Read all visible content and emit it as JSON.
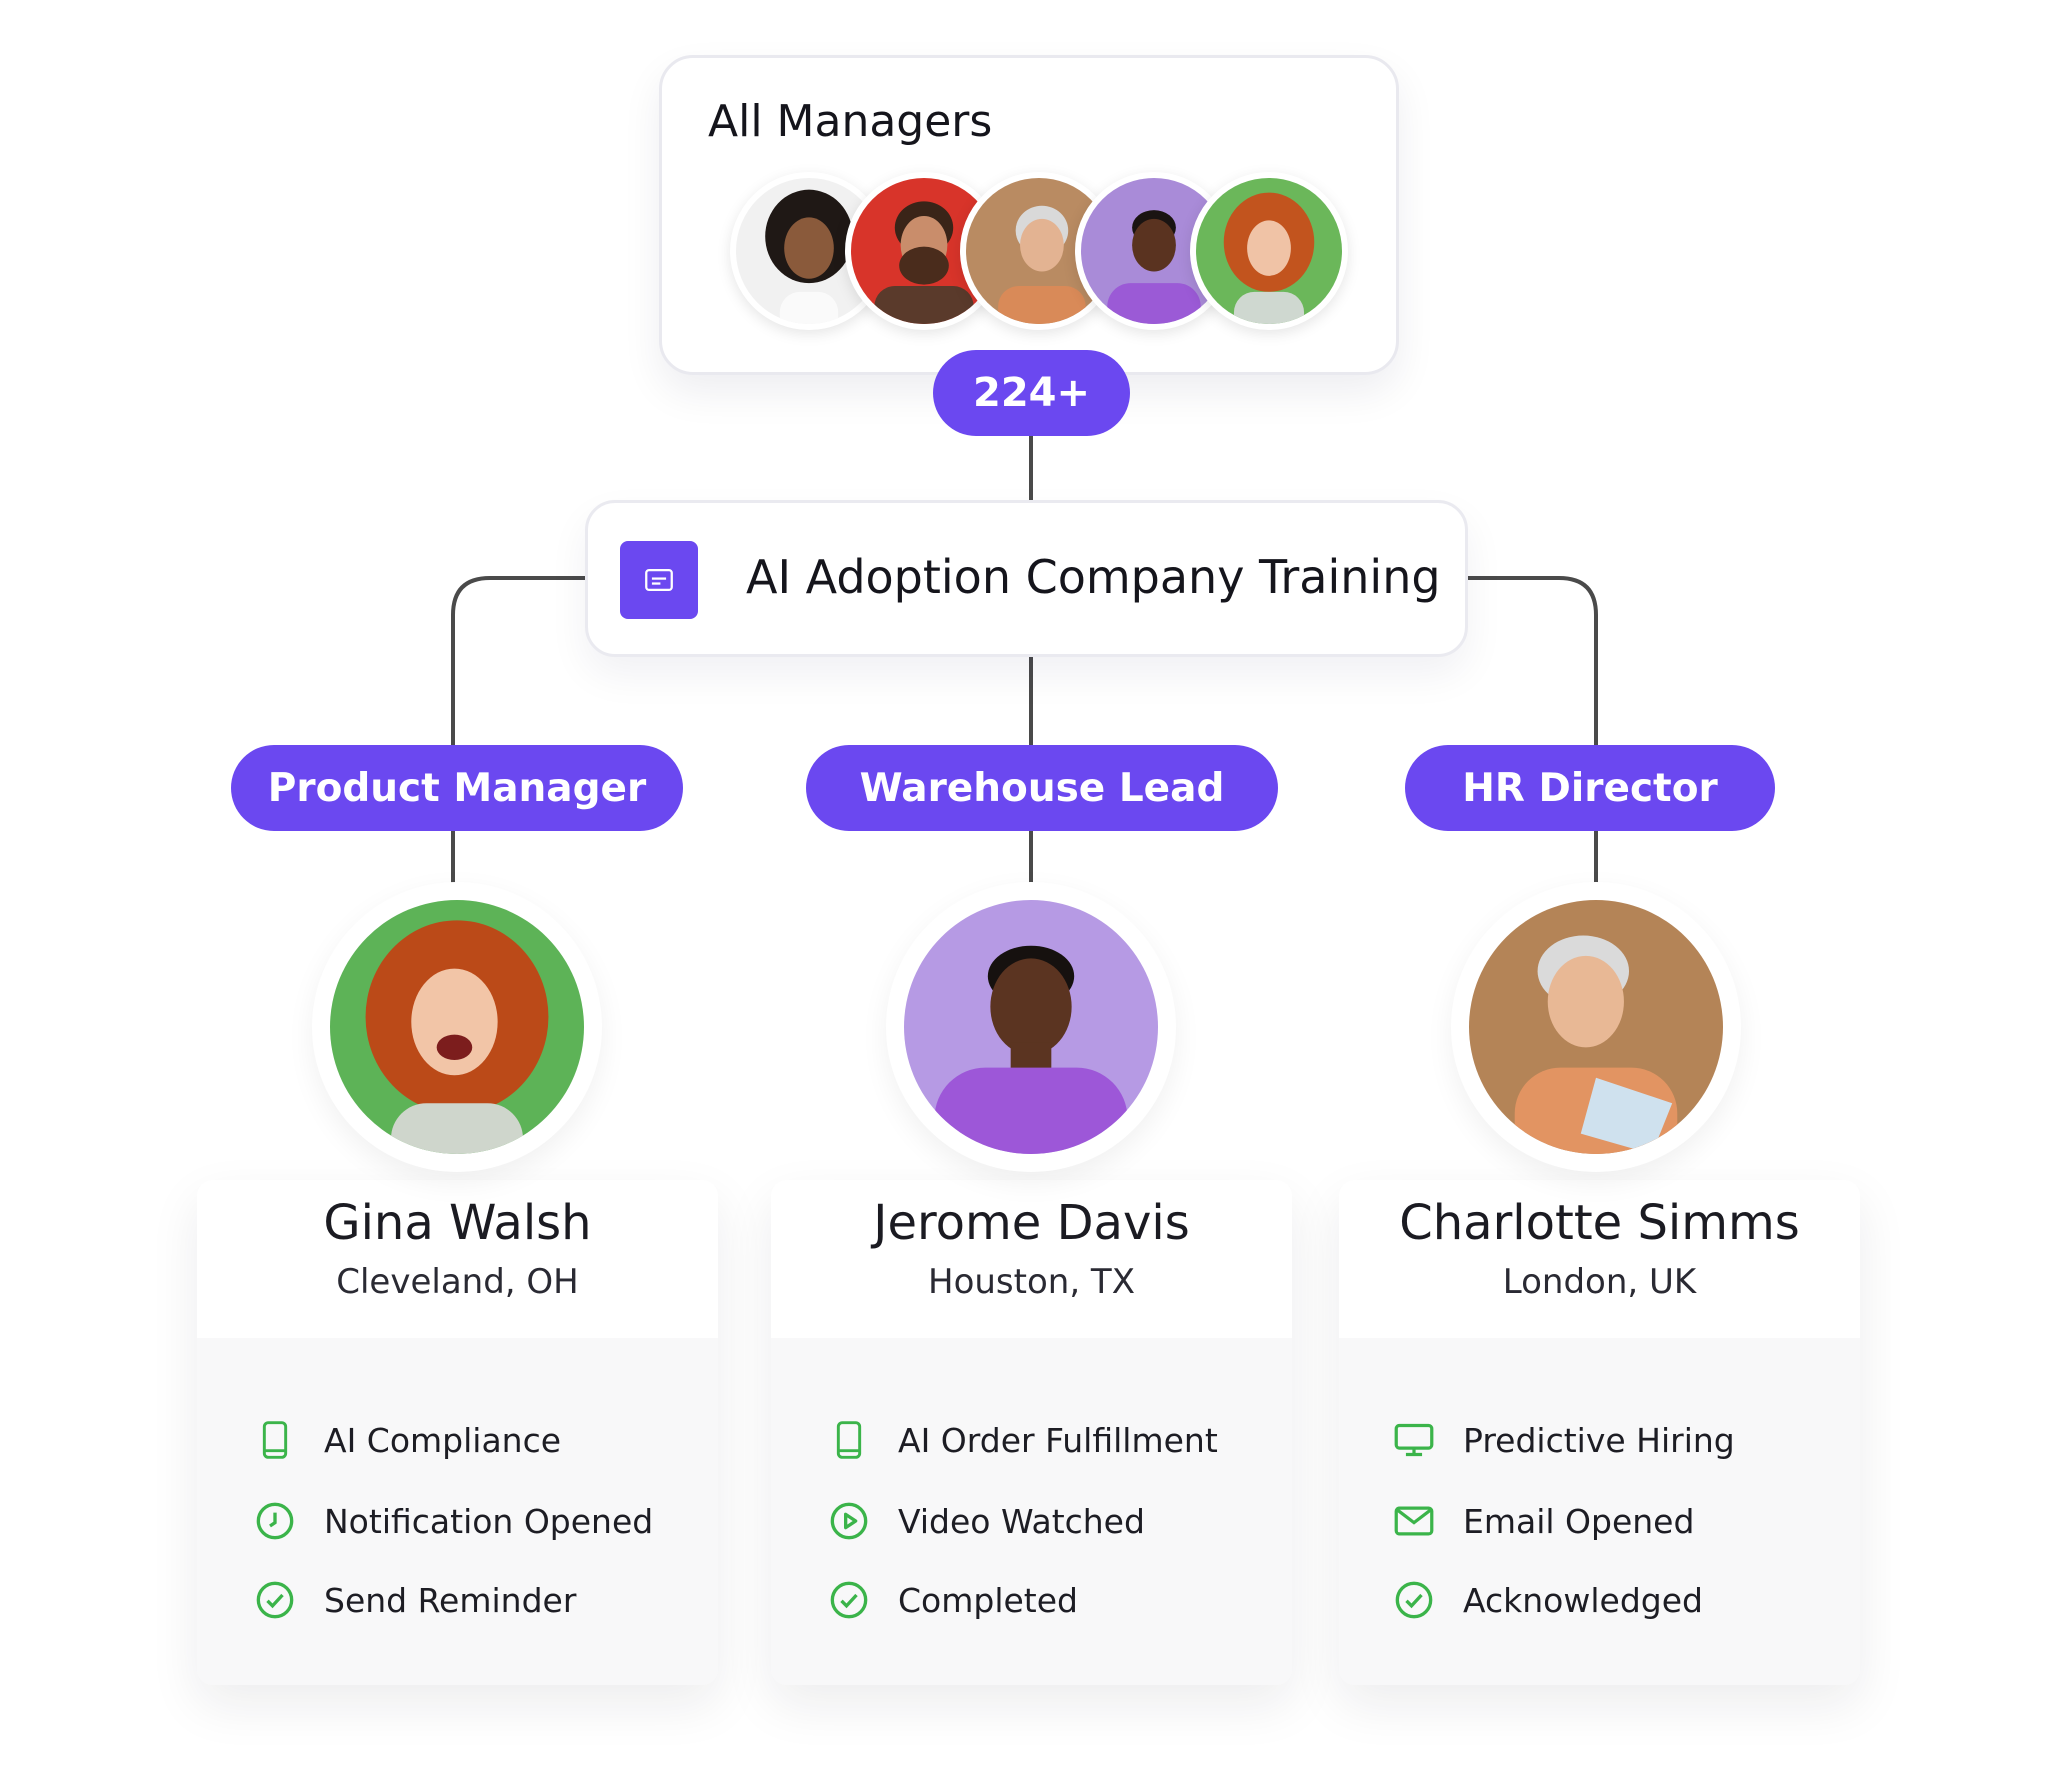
{
  "managers": {
    "title": "All Managers",
    "count": "224+"
  },
  "training": {
    "title": "AI Adoption Company Training",
    "icon": "subtitles-icon"
  },
  "colors": {
    "accent": "#6b48f0",
    "status_green": "#3bb44a",
    "connector": "#4a4a4a"
  },
  "people": [
    {
      "role": "Product Manager",
      "name": "Gina Walsh",
      "location": "Cleveland, OH",
      "activities": [
        {
          "icon": "tablet-icon",
          "label": "AI Compliance"
        },
        {
          "icon": "clock-icon",
          "label": "Notification Opened"
        },
        {
          "icon": "check-circle-icon",
          "label": "Send Reminder"
        }
      ]
    },
    {
      "role": "Warehouse Lead",
      "name": "Jerome Davis",
      "location": "Houston, TX",
      "activities": [
        {
          "icon": "tablet-icon",
          "label": "AI Order Fulfillment"
        },
        {
          "icon": "play-circle-icon",
          "label": "Video Watched"
        },
        {
          "icon": "check-circle-icon",
          "label": "Completed"
        }
      ]
    },
    {
      "role": "HR Director",
      "name": "Charlotte Simms",
      "location": "London, UK",
      "activities": [
        {
          "icon": "monitor-icon",
          "label": "Predictive Hiring"
        },
        {
          "icon": "mail-icon",
          "label": "Email Opened"
        },
        {
          "icon": "check-circle-icon",
          "label": "Acknowledged"
        }
      ]
    }
  ]
}
